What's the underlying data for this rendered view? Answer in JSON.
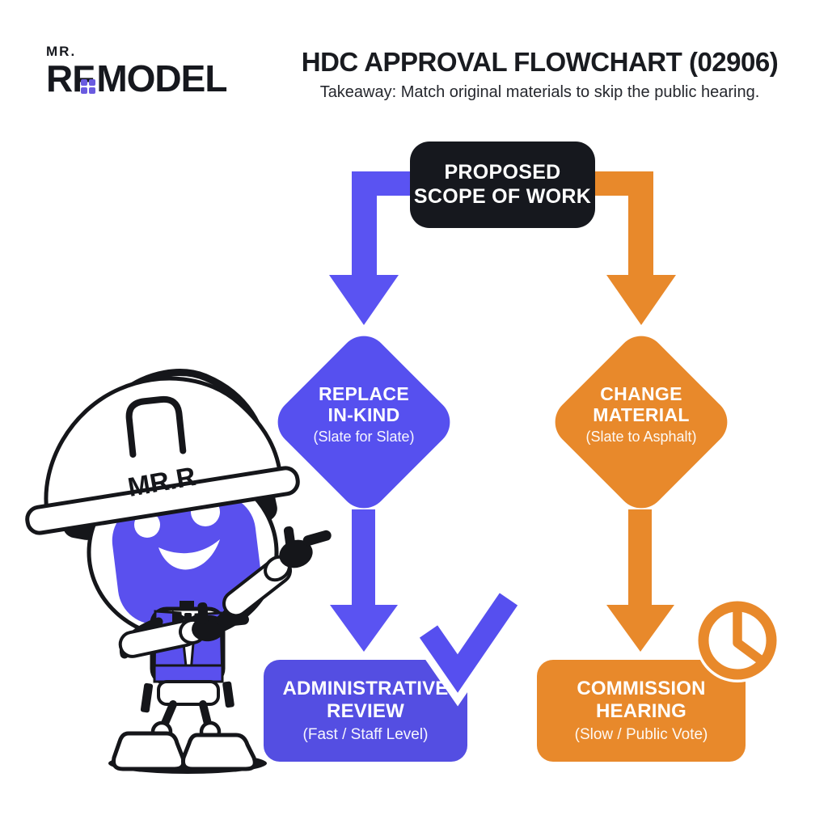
{
  "colors": {
    "purple": "#5650EF",
    "orange": "#E8892B",
    "dark": "#16181E",
    "background": "#FFFFFF"
  },
  "logo": {
    "small": "MR.",
    "main_prefix": "RF",
    "main_suffix": "MODEL",
    "icon": "window-grid-icon"
  },
  "header": {
    "title": "HDC APPROVAL FLOWCHART (02906)",
    "subtitle": "Takeaway: Match original materials to skip the public hearing."
  },
  "flowchart": {
    "root": {
      "line1": "PROPOSED",
      "line2": "SCOPE OF WORK"
    },
    "left": {
      "diamond_line1": "REPLACE",
      "diamond_line2": "IN-KIND",
      "diamond_note": "(Slate for Slate)",
      "result_line1": "ADMINISTRATIVE",
      "result_line2": "REVIEW",
      "result_note": "(Fast / Staff Level)",
      "badge": "checkmark-icon"
    },
    "right": {
      "diamond_line1": "CHANGE",
      "diamond_line2": "MATERIAL",
      "diamond_note": "(Slate to Asphalt)",
      "result_line1": "COMMISSION",
      "result_line2": "HEARING",
      "result_note": "(Slow / Public Vote)",
      "badge": "clock-icon"
    }
  },
  "mascot": {
    "helmet_label": "MR.R"
  }
}
